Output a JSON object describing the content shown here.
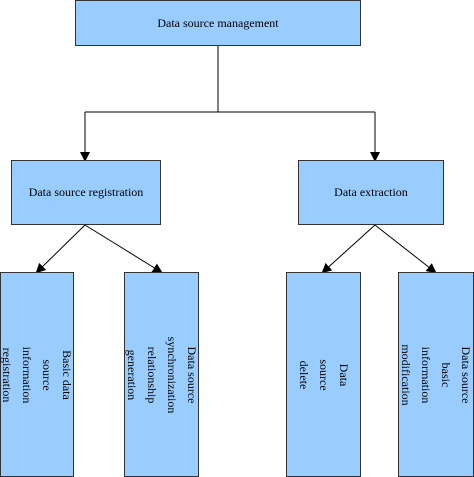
{
  "diagram": {
    "root": {
      "label": "Data source management"
    },
    "level1": [
      {
        "label": "Data source registration"
      },
      {
        "label": "Data extraction"
      }
    ],
    "leaves": [
      {
        "label": "Basic data source information\nregistration"
      },
      {
        "label": "Data source synchronization\nrelationship generation"
      },
      {
        "label": "Data source delete"
      },
      {
        "label": "Data source basic information\nmodification"
      }
    ],
    "colors": {
      "box_fill": "#99ccff",
      "box_border": "#333333",
      "line": "#000000"
    }
  }
}
